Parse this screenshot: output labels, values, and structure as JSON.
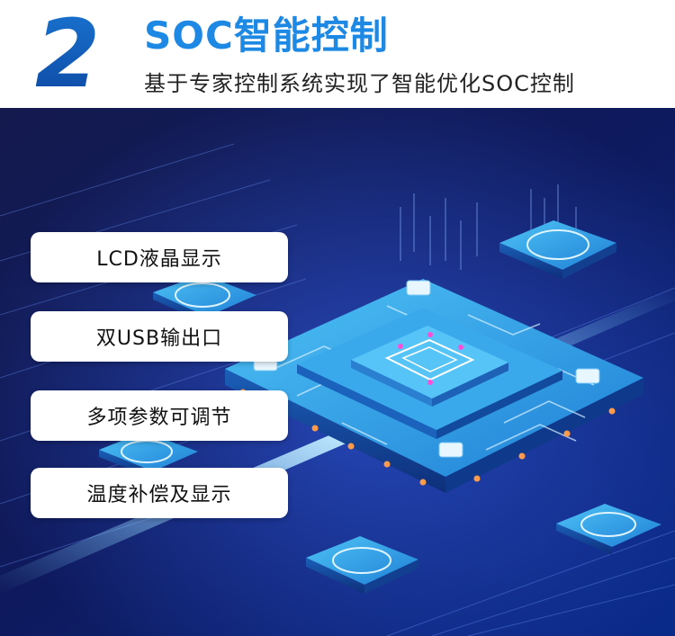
{
  "header": {
    "number": "2",
    "title": "SOC智能控制",
    "subtitle": "基于专家控制系统实现了智能优化SOC控制"
  },
  "features": [
    {
      "label": "LCD液晶显示"
    },
    {
      "label": "双USB输出口"
    },
    {
      "label": "多项参数可调节"
    },
    {
      "label": "温度补偿及显示"
    }
  ],
  "colors": {
    "accent": "#1e88e5",
    "number": "#1565c0",
    "scene_dark": "#0b1240",
    "chip": "#2ea8e8"
  }
}
